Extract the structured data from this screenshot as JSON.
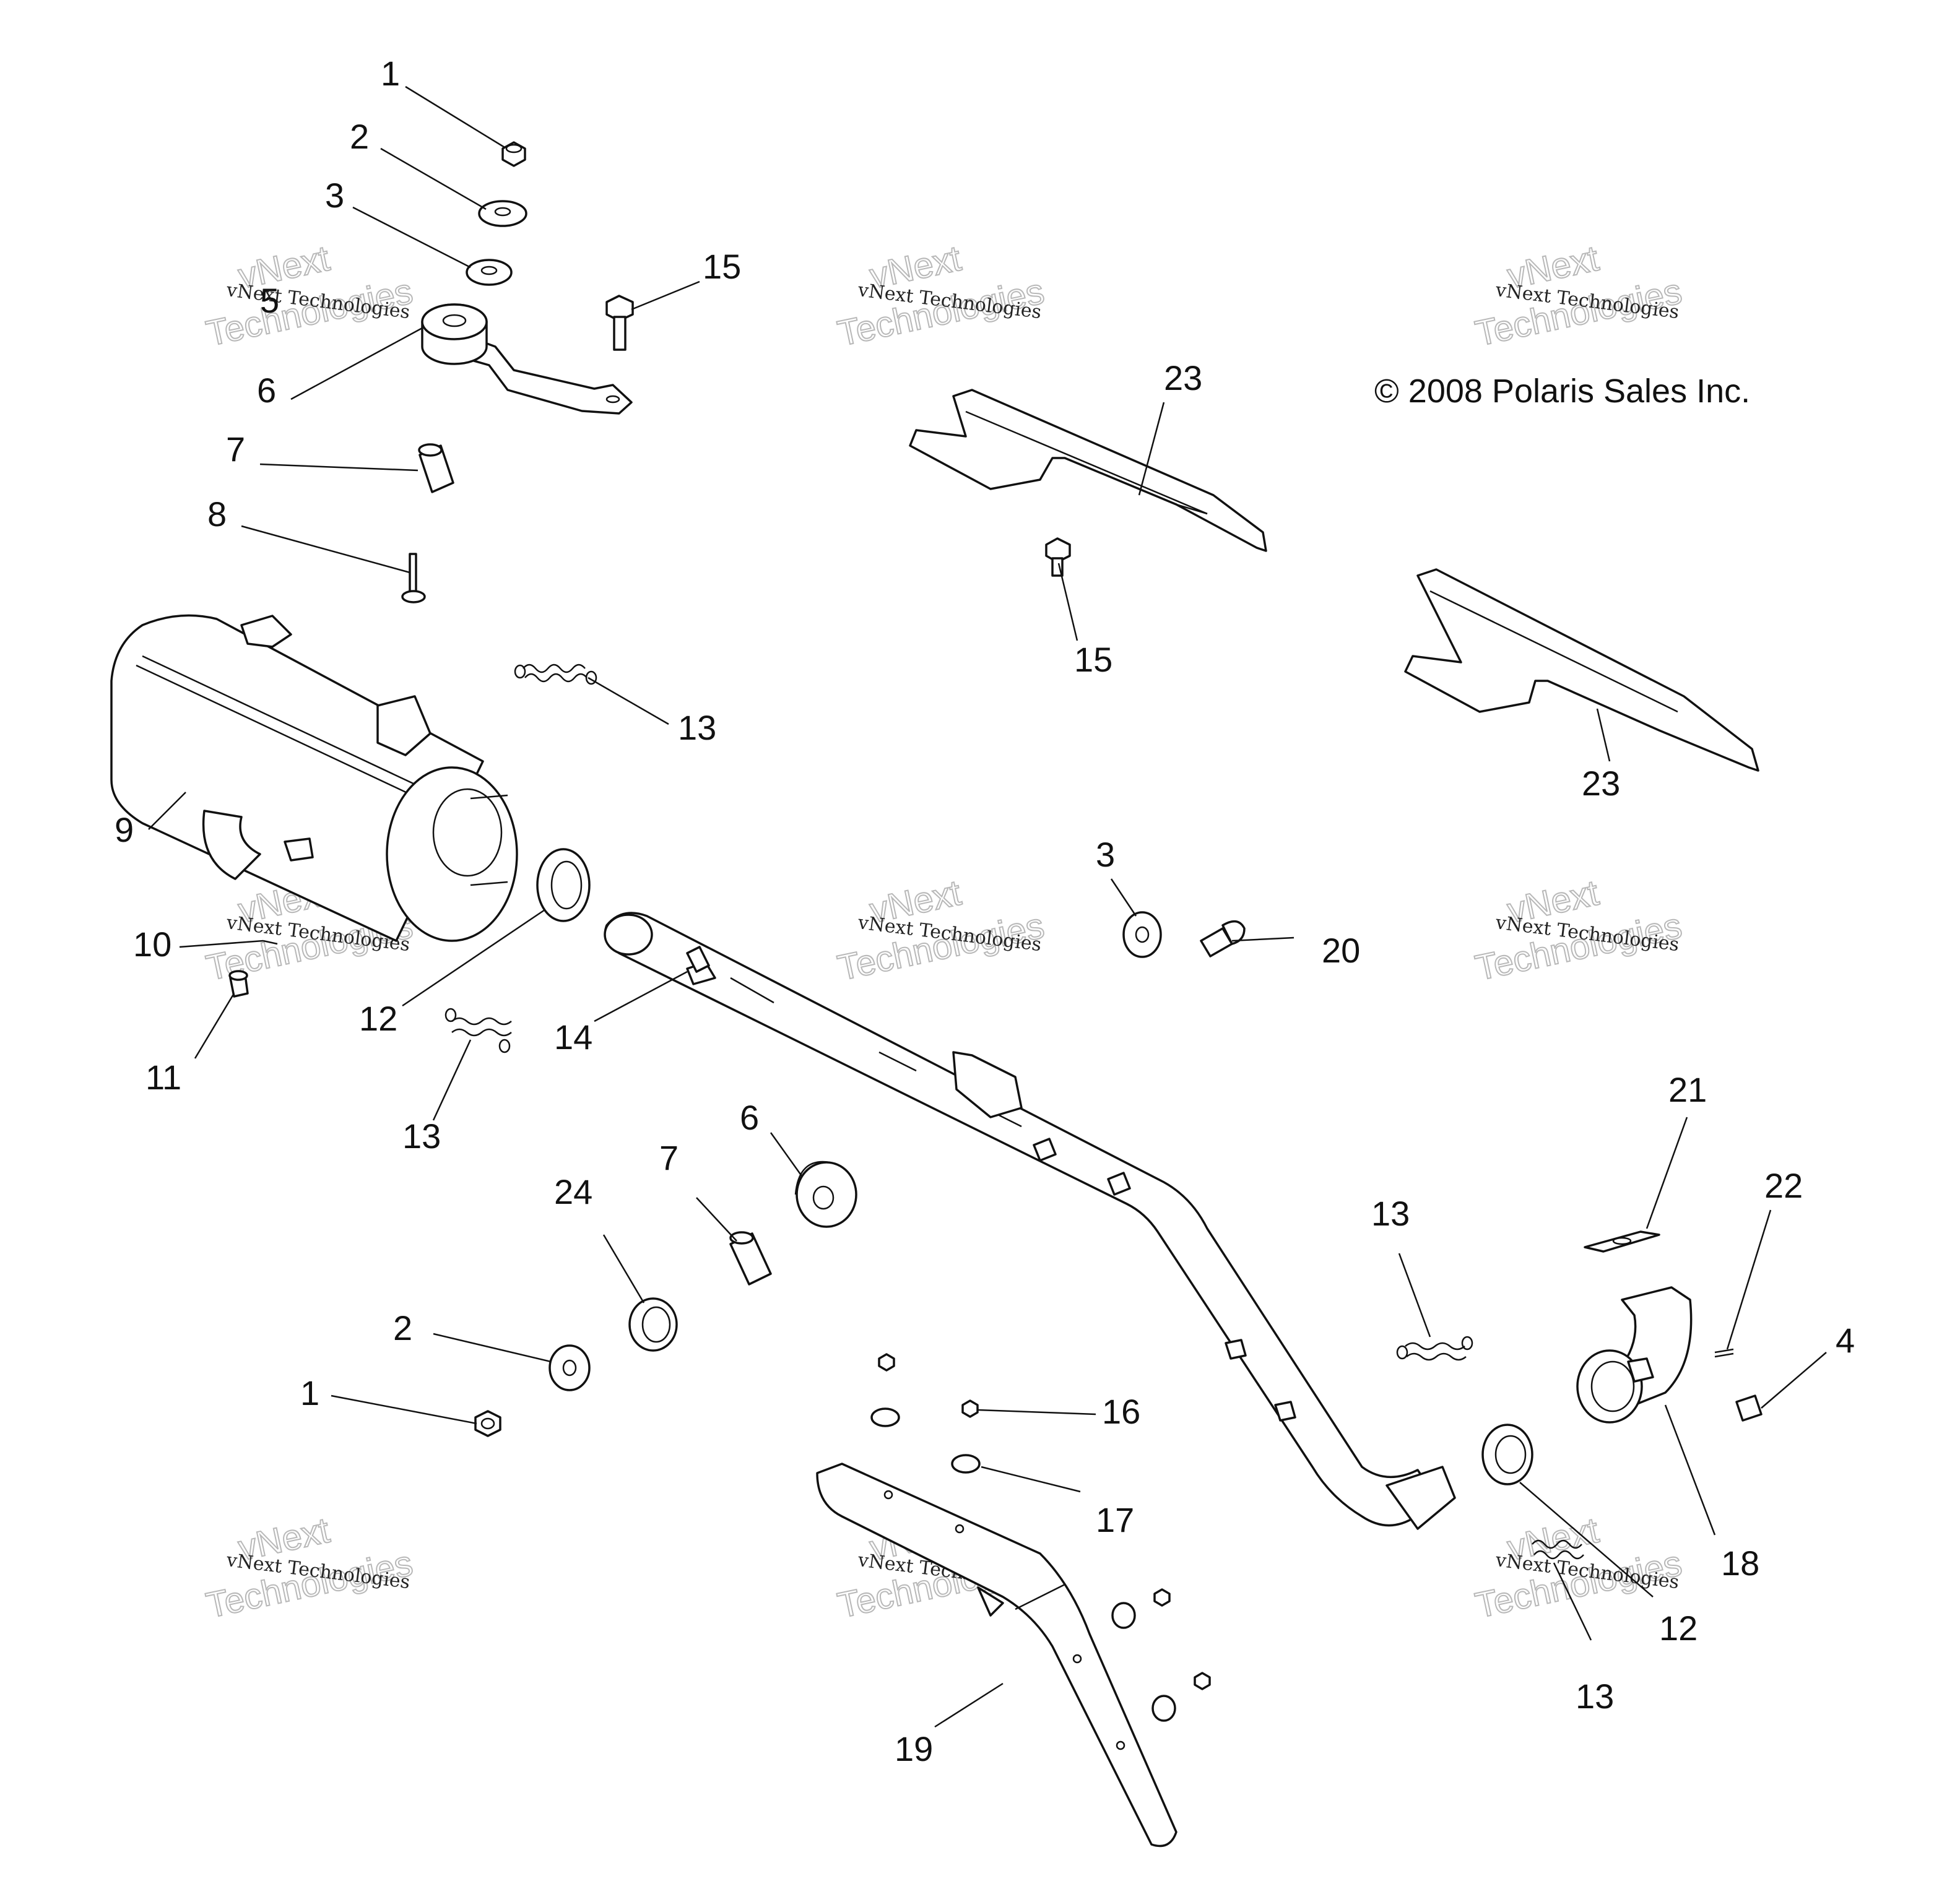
{
  "copyright": "© 2008 Polaris Sales Inc.",
  "watermark": {
    "line_small": "vNext Technologies",
    "line_big_top": "vNext",
    "line_big_bottom": "Technologies"
  },
  "callouts": [
    "1",
    "2",
    "3",
    "5",
    "15",
    "6",
    "7",
    "8",
    "13",
    "9",
    "10",
    "12",
    "11",
    "13",
    "14",
    "23",
    "15",
    "23",
    "3",
    "20",
    "6",
    "7",
    "24",
    "2",
    "1",
    "13",
    "21",
    "22",
    "4",
    "16",
    "17",
    "18",
    "12",
    "13",
    "19"
  ],
  "colors": {
    "line": "#111111",
    "watermark": "#b8b8b8",
    "background": "#ffffff"
  }
}
